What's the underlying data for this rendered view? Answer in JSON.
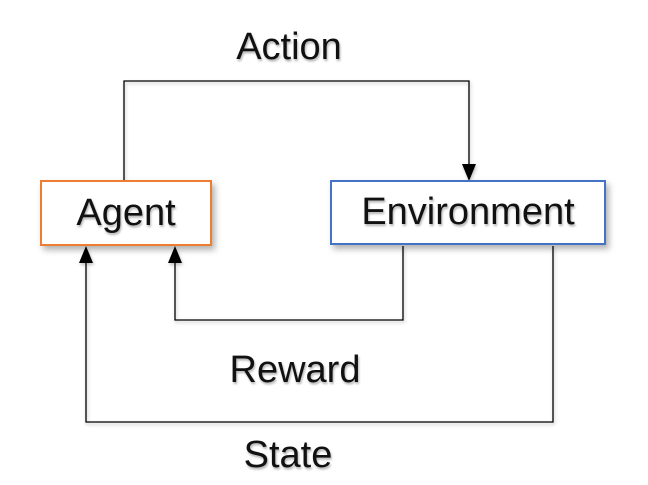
{
  "diagram": {
    "type": "flow-loop-diagram",
    "nodes": [
      {
        "id": "agent",
        "label": "Agent",
        "border_color": "#ED7D31",
        "fill": "#FFFFFF"
      },
      {
        "id": "environment",
        "label": "Environment",
        "border_color": "#4472C4",
        "fill": "#FFFFFF"
      }
    ],
    "edges": [
      {
        "id": "action",
        "label": "Action",
        "from": "agent",
        "to": "environment",
        "label_position": "top"
      },
      {
        "id": "reward",
        "label": "Reward",
        "from": "environment",
        "to": "agent",
        "label_position": "middle-bottom"
      },
      {
        "id": "state",
        "label": "State",
        "from": "environment",
        "to": "agent",
        "label_position": "bottom"
      }
    ]
  },
  "colors": {
    "agent_border": "#ED7D31",
    "environment_border": "#4472C4",
    "connector": "#000000",
    "text": "#111111",
    "background": "#FFFFFF"
  }
}
